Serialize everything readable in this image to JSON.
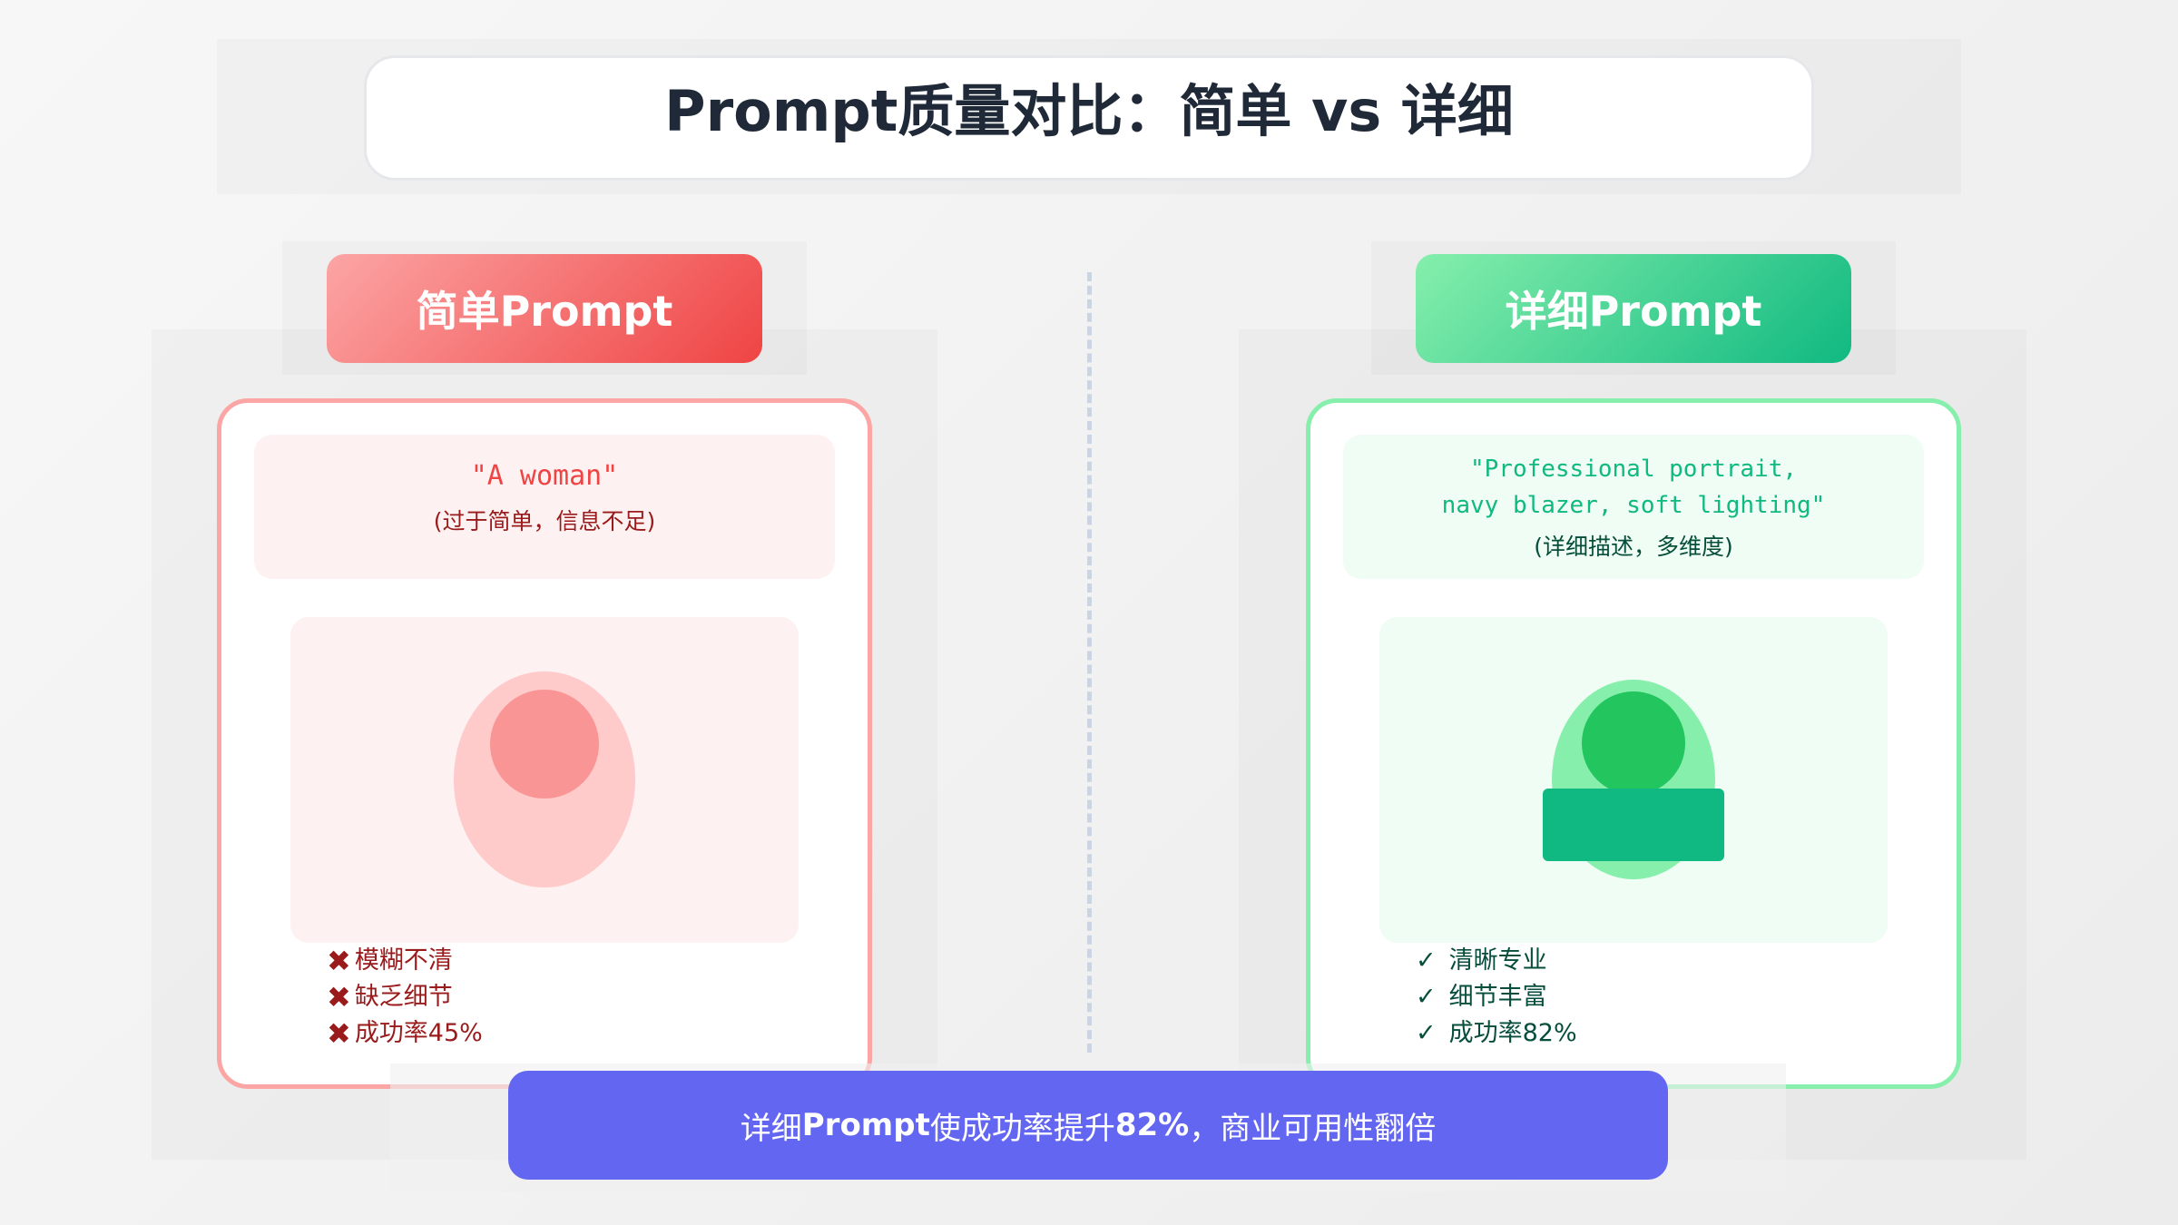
{
  "title": "Prompt质量对比：简单 vs 详细",
  "left": {
    "header": "简单Prompt",
    "prompt_text": "\"A woman\"",
    "prompt_note": "(过于简单，信息不足)",
    "bullets": [
      "模糊不清",
      "缺乏细节",
      "成功率45%"
    ],
    "bullet_icon": "x-icon"
  },
  "right": {
    "header": "详细Prompt",
    "prompt_line1": "\"Professional portrait,",
    "prompt_line2": "navy blazer, soft lighting\"",
    "prompt_note": "(详细描述，多维度)",
    "bullets": [
      "清晰专业",
      "细节丰富",
      "成功率82%"
    ],
    "bullet_icon": "check-icon"
  },
  "banner": {
    "prefix": "详细",
    "bold1": "Prompt",
    "mid": "使成功率提升",
    "bold2": "82%",
    "suffix": "，商业可用性翻倍"
  },
  "colors": {
    "red": "#ef4444",
    "green": "#10b981",
    "banner": "#6366f1"
  }
}
